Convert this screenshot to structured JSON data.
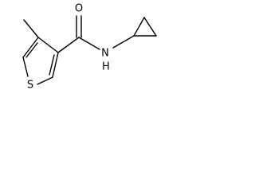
{
  "molecule": {
    "atoms": {
      "oxygen": "O",
      "nitrogen": "N",
      "hydrogen": "H",
      "sulfur": "S"
    }
  }
}
